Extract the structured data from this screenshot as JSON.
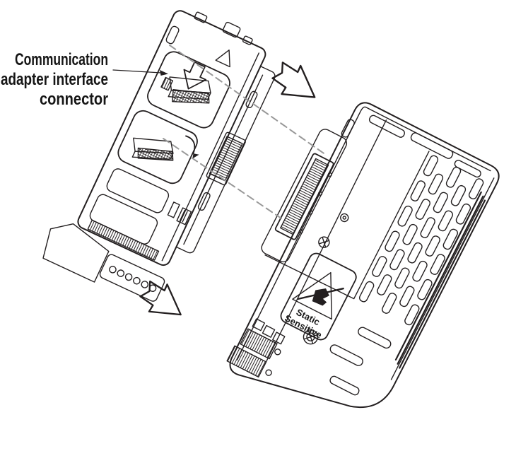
{
  "figure": {
    "background": "#ffffff",
    "line_color": "#231f20",
    "dashed_color": "#999999",
    "text_color": "#161616"
  },
  "callout": {
    "line1": "Communication",
    "line2": "adapter interface",
    "line3": "connector"
  },
  "esd_label": {
    "line1": "Static",
    "line2": "Sensitive"
  },
  "icons": {
    "insertion_arrows": "block-arrow-down-right",
    "connector_insert_arrow": "block-arrow-down",
    "latch_arrow": "curved-arrow",
    "esd_symbol": "esd-hand-in-triangle",
    "alignment_mark": "triangle-outline"
  }
}
